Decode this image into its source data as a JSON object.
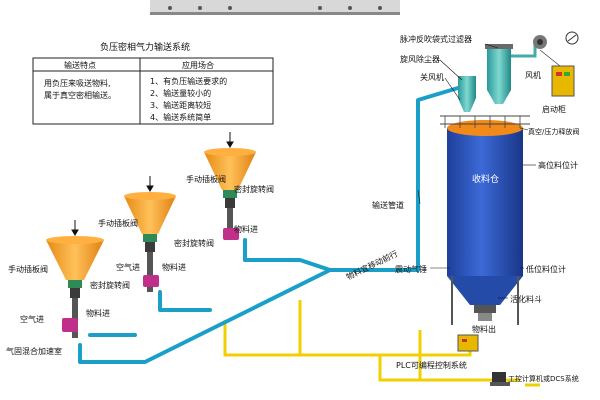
{
  "title": "负压密相气力输送系统",
  "table": {
    "headers": [
      "输送特点",
      "应用场合"
    ],
    "left": [
      "用负压来吸送物料,",
      "属于真空密相输送。"
    ],
    "right": [
      "1、有负压输送要求的",
      "2、输送量较小的",
      "3、输送距离较短",
      "4、输送系统简单"
    ]
  },
  "labels": {
    "pulse_filter": "脉冲反吹袋式过滤器",
    "cyclone": "旋风除尘器",
    "fan": "风机",
    "close_fan": "关风机",
    "start_cabinet": "启动柜",
    "vacuum_valve": "真空/压力释放阀",
    "high_level": "高位料位计",
    "silo": "收料仓",
    "conveying_pipe": "输送管道",
    "transport_note": "物料宜移动前行",
    "vibrator": "震动气锤",
    "low_level": "低位料位计",
    "activation_hopper": "活化料斗",
    "material_out": "物料出",
    "plc": "PLC可编程控制系统",
    "dcs": "工控计算机或DCS系统",
    "manual_gate": "手动插板阀",
    "rotary_valve": "密封旋转阀",
    "material_in": "物料进",
    "air_in": "空气进",
    "mix_chamber": "气固混合加速室"
  },
  "colors": {
    "pipe": "#1aa0c8",
    "silo": "#2f5fc0",
    "hopper": "#f2a02a",
    "yellow": "#f0d000",
    "cabinet": "#e8b800",
    "valve": "#2e8b57",
    "nozzle": "#c0308a"
  }
}
